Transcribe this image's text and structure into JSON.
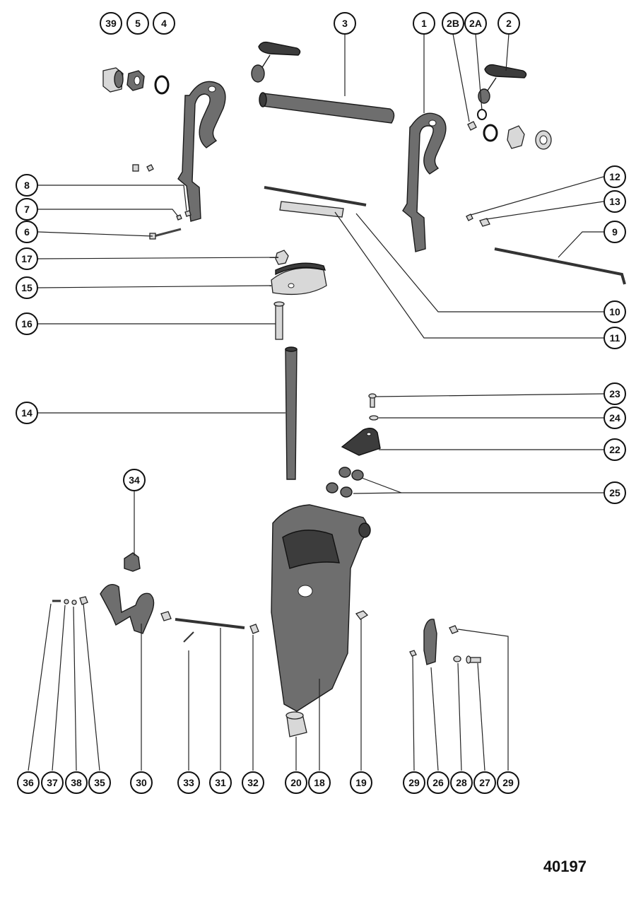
{
  "figure_number": "40197",
  "callouts": [
    "39",
    "5",
    "4",
    "3",
    "1",
    "2B",
    "2A",
    "2",
    "8",
    "7",
    "6",
    "12",
    "13",
    "9",
    "17",
    "15",
    "10",
    "16",
    "11",
    "14",
    "23",
    "24",
    "22",
    "34",
    "25",
    "36",
    "37",
    "38",
    "35",
    "30",
    "33",
    "31",
    "32",
    "20",
    "18",
    "19",
    "29",
    "26",
    "28",
    "27",
    "29"
  ]
}
